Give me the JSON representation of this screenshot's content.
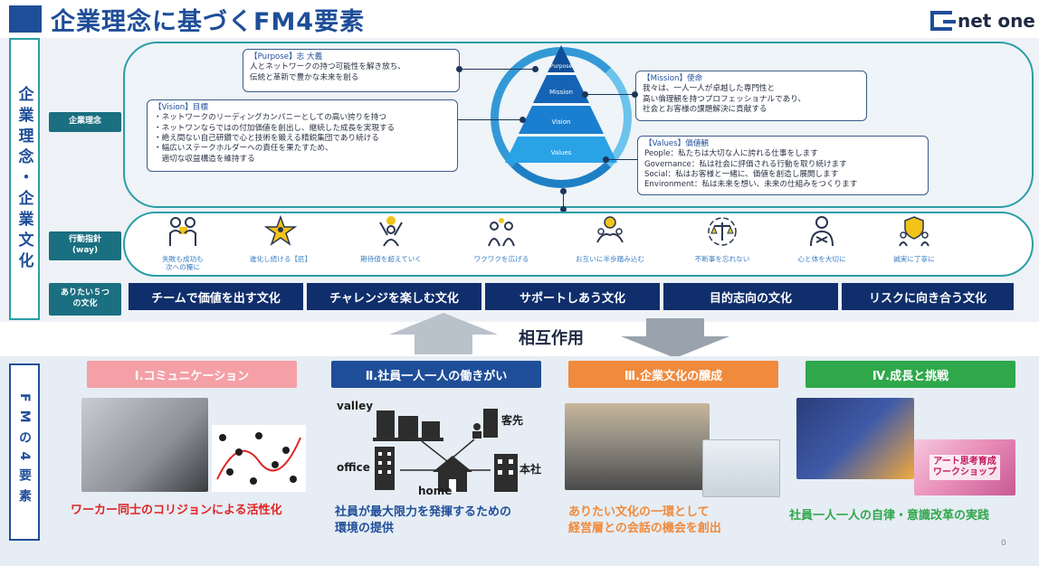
{
  "header": {
    "title": "企業理念に基づくFM4要素",
    "logo_text": "net one"
  },
  "left_label": "企業理念・企業文化",
  "row_labels": {
    "philosophy": "企業理念",
    "way_line1": "行動指針",
    "way_line2": "(way)",
    "culture_line1": "ありたい５つ",
    "culture_line2": "の文化"
  },
  "purpose": {
    "title": "【Purpose】志 大義",
    "lines": [
      "人とネットワークの持つ可能性を解き放ち、",
      "伝統と革新で豊かな未来を創る"
    ]
  },
  "vision": {
    "title": "【Vision】目標",
    "lines": [
      "・ネットワークのリーディングカンパニーとしての高い誇りを持つ",
      "・ネットワンならではの付加価値を創出し、継続した成長を実現する",
      "・絶え間ない自己研鑽で心と技術を鍛える精鋭集団であり続ける",
      "・幅広いステークホルダーへの責任を果たすため、",
      "　適切な収益構造を維持する"
    ]
  },
  "mission": {
    "title": "【Mission】使命",
    "lines": [
      "我々は、一人一人が卓越した専門性と",
      "高い倫理観を持つプロフェッショナルであり、",
      "社会とお客様の課題解決に貢献する"
    ]
  },
  "values": {
    "title": "【Values】価値観",
    "lines": [
      "People：私たちは大切な人に誇れる仕事をします",
      "Governance：私は社会に評価される行動を取り続けます",
      "Social：私はお客様と一緒に、価値を創造し展開します",
      "Environment：私は未来を想い、未来の仕組みをつくります"
    ]
  },
  "pyramid": {
    "purpose": "Purpose",
    "mission": "Mission",
    "vision": "Vision",
    "values": "Values"
  },
  "way_items": [
    {
      "icon": "team-support-icon",
      "line1": "失敗も成功も",
      "line2": "次への糧に"
    },
    {
      "icon": "star-person-icon",
      "line1": "進化し続ける【匠】",
      "line2": ""
    },
    {
      "icon": "cheering-person-icon",
      "line1": "期待値を超えていく",
      "line2": ""
    },
    {
      "icon": "excited-group-icon",
      "line1": "ワクワクを広げる",
      "line2": ""
    },
    {
      "icon": "helping-hands-icon",
      "line1": "お互いに半歩踏み込む",
      "line2": ""
    },
    {
      "icon": "balance-scale-icon",
      "line1": "不断事を忘れない",
      "line2": ""
    },
    {
      "icon": "self-care-icon",
      "line1": "心と体を大切に",
      "line2": ""
    },
    {
      "icon": "shield-team-icon",
      "line1": "誠実に丁寧に",
      "line2": ""
    }
  ],
  "cultures": [
    "チームで価値を出す文化",
    "チャレンジを楽しむ文化",
    "サポートしあう文化",
    "目的志向の文化",
    "リスクに向き合う文化"
  ],
  "mutual_label": "相互作用",
  "fm_label": "FMの4要素",
  "elements": [
    {
      "heading": "Ⅰ.コミュニケーション",
      "caption_lines": [
        "ワーカー同士のコリジョンによる活性化"
      ],
      "color": "#f4a0a6",
      "caption_color": "#e02424"
    },
    {
      "heading": "Ⅱ.社員一人一人の働きがい",
      "caption_lines": [
        "社員が最大限力を発揮するための",
        "環境の提供"
      ],
      "color": "#1f4e99",
      "caption_color": "#1f4e99"
    },
    {
      "heading": "Ⅲ.企業文化の醸成",
      "caption_lines": [
        "ありたい文化の一環として",
        "経営層との会話の機会を創出"
      ],
      "color": "#f08a3c",
      "caption_color": "#f08a3c"
    },
    {
      "heading": "Ⅳ.成長と挑戦",
      "caption_lines": [
        "社員一人一人の自律・意識改革の実践"
      ],
      "color": "#2ea84a",
      "caption_color": "#2ea84a"
    }
  ],
  "work_nodes": {
    "valley": "valley",
    "client": "客先",
    "office": "office",
    "hq": "本社",
    "home": "home"
  },
  "poster_text": "アート思考育成\nワークショップ",
  "page_number": "0"
}
